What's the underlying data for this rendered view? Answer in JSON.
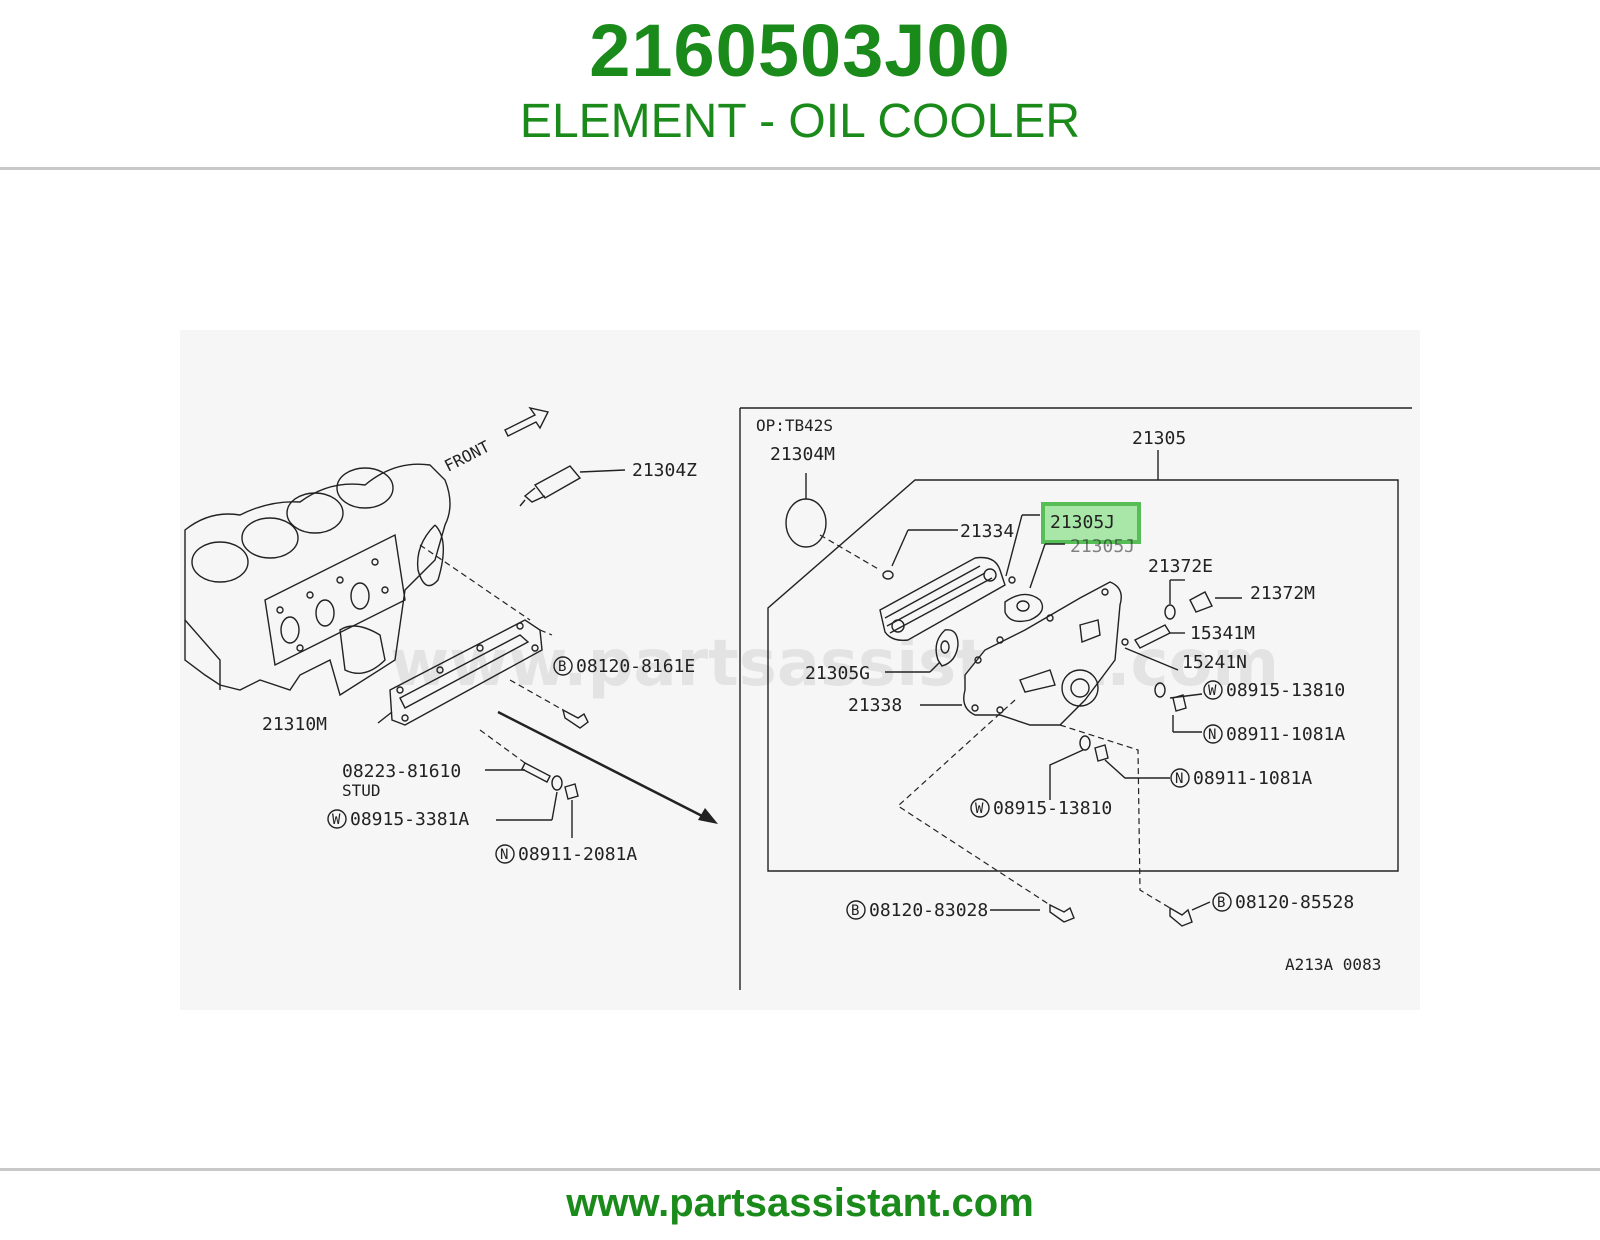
{
  "header": {
    "part_number": "2160503J00",
    "part_name": "ELEMENT - OIL COOLER"
  },
  "footer": {
    "url": "www.partsassistant.com"
  },
  "diagram": {
    "watermark": "www.partsassistant.com",
    "front_label": "FRONT",
    "option_label": "OP:TB42S",
    "figure_code": "A213A 0083",
    "highlight_color": "#22aa22",
    "brand_color": "#1a8a1a",
    "callouts": {
      "p21304Z": "21304Z",
      "p21310M": "21310M",
      "p08120_8161E": "08120-8161E",
      "p08223_81610": "08223-81610",
      "stud": "STUD",
      "p08915_3381A": "08915-3381A",
      "p08911_2081A": "08911-2081A",
      "p21305": "21305",
      "p21304M": "21304M",
      "p21334": "21334",
      "p21305J": "21305J",
      "p21305J_under": "21305J",
      "p21372E": "21372E",
      "p21372M": "21372M",
      "p15341M": "15341M",
      "p15241N": "15241N",
      "p21305G": "21305G",
      "p21338": "21338",
      "p08915_13810_a": "08915-13810",
      "p08911_1081A_a": "08911-1081A",
      "p08911_1081A_b": "08911-1081A",
      "p08915_13810_b": "08915-13810",
      "p08120_83028": "08120-83028",
      "p08120_85528": "08120-85528"
    },
    "fastener_types": {
      "B": "B",
      "W": "W",
      "N": "N"
    }
  }
}
